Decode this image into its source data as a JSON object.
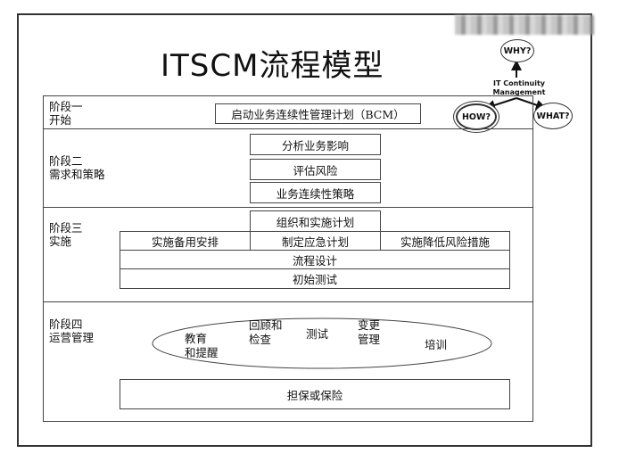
{
  "title": "ITSCM流程模型",
  "stages": [
    {
      "label": "阶段一\n开始"
    },
    {
      "label": "阶段二\n需求和策略"
    },
    {
      "label": "阶段三\n实施"
    },
    {
      "label": "阶段四\n运营管理"
    }
  ],
  "stage1": {
    "box": "启动业务连续性管理计划（BCM）"
  },
  "stage2": {
    "boxes": [
      "分析业务影响",
      "评估风险",
      "业务连续性策略"
    ]
  },
  "stage3": {
    "top_box": "组织和实施计划",
    "row": [
      "实施备用安排",
      "制定应急计划",
      "实施降低风险措施"
    ],
    "design": "流程设计",
    "test": "初始测试"
  },
  "stage4": {
    "oval_items": [
      "教育\n和提醒",
      "回顾和\n检查",
      "测试",
      "变更\n管理",
      "培训"
    ],
    "assurance": "担保或保险"
  },
  "itcm": {
    "why": "WHY?",
    "how": "HOW?",
    "what": "WHAT?",
    "center_line1": "IT Continuity",
    "center_line2": "Management"
  }
}
